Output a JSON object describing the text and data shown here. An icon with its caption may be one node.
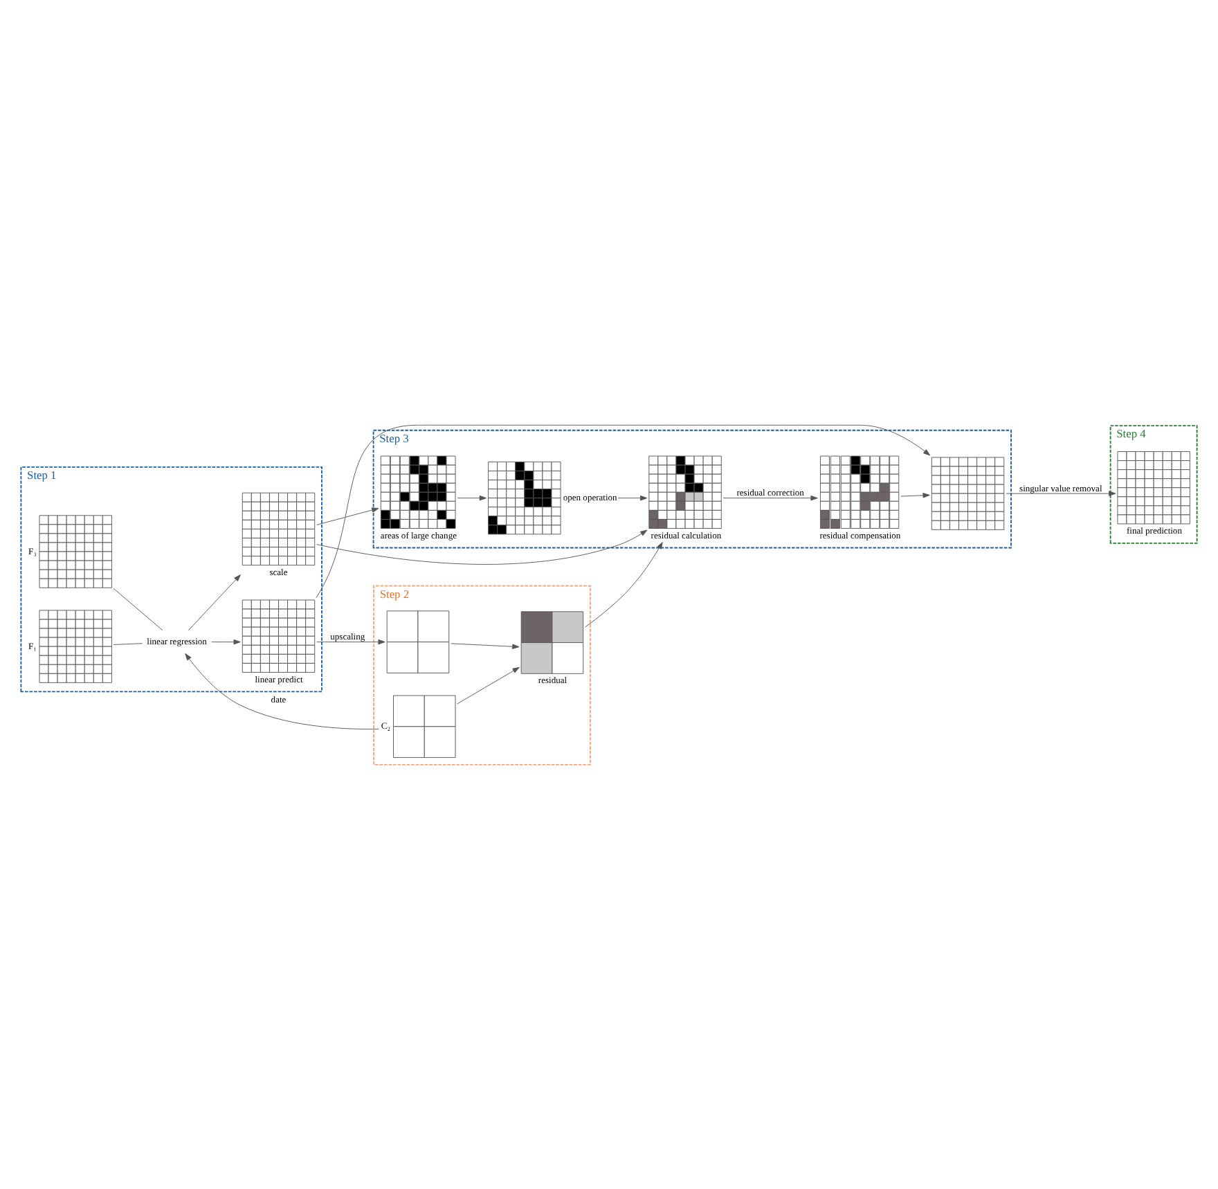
{
  "diagram": {
    "nodes": [
      {
        "text": [
          "Step 1"
        ]
      },
      {
        "text": [],
        "shape": "grid",
        "beside": [
          "F₃"
        ],
        "in": 0
      },
      {
        "text": [],
        "shape": "grid",
        "beside": [
          "F₁"
        ],
        "in": 0
      },
      {
        "text": [
          "linear regression"
        ],
        "in": 0
      },
      {
        "text": [],
        "shape": "grid",
        "beside": [
          "scale"
        ],
        "in": 0
      },
      {
        "text": [],
        "shape": "grid",
        "beside": [
          "linear predict"
        ],
        "in": 0
      },
      {
        "text": [
          "Step 3"
        ]
      },
      {
        "text": [],
        "shape": "grid",
        "beside": [
          "areas of large change"
        ],
        "in": 6
      },
      {
        "text": [],
        "shape": "grid",
        "beside": [
          "open operation"
        ],
        "in": 6
      },
      {
        "text": [],
        "shape": "grid",
        "beside": [
          "residual calculation"
        ],
        "in": 6
      },
      {
        "text": [],
        "shape": "grid",
        "beside": [
          "residual compensation"
        ],
        "in": 6
      },
      {
        "text": [],
        "shape": "grid",
        "in": 6
      },
      {
        "text": [
          "Step 2"
        ]
      },
      {
        "text": [],
        "shape": "grid",
        "beside": [
          "C₂"
        ],
        "in": 12
      },
      {
        "text": [],
        "shape": "grid",
        "in": 12
      },
      {
        "text": [],
        "shape": "grid",
        "beside": [
          "residual"
        ],
        "in": 12
      },
      {
        "text": [
          "Step 4"
        ]
      },
      {
        "text": [],
        "shape": "grid",
        "beside": [
          "final prediction"
        ],
        "in": 16
      }
    ],
    "edges": [
      {
        "from": 1,
        "to": 3,
        "arrow": "none"
      },
      {
        "from": 2,
        "to": 3,
        "arrow": "none"
      },
      {
        "from": 3,
        "to": 4,
        "arrow": "to"
      },
      {
        "from": 3,
        "to": 5,
        "arrow": "to"
      },
      {
        "from": 13,
        "to": 3,
        "arrow": "to",
        "label": "date"
      },
      {
        "from": 13,
        "to": 15,
        "arrow": "to"
      },
      {
        "from": 4,
        "to": 7,
        "arrow": "to"
      },
      {
        "from": 7,
        "to": 8,
        "arrow": "to"
      },
      {
        "from": 8,
        "to": 9,
        "arrow": "to"
      },
      {
        "from": 4,
        "to": 9,
        "arrow": "to"
      },
      {
        "from": 9,
        "to": 10,
        "arrow": "to",
        "label": "residual correction"
      },
      {
        "from": 10,
        "to": 11,
        "arrow": "to"
      },
      {
        "from": 5,
        "to": 11,
        "arrow": "to"
      },
      {
        "from": 5,
        "to": 14,
        "arrow": "to",
        "label": "upscaling"
      },
      {
        "from": 14,
        "to": 15,
        "arrow": "to"
      },
      {
        "from": 15,
        "to": 9,
        "arrow": "to"
      },
      {
        "from": 11,
        "to": 17,
        "arrow": "to",
        "label": "singular value removal"
      }
    ]
  }
}
